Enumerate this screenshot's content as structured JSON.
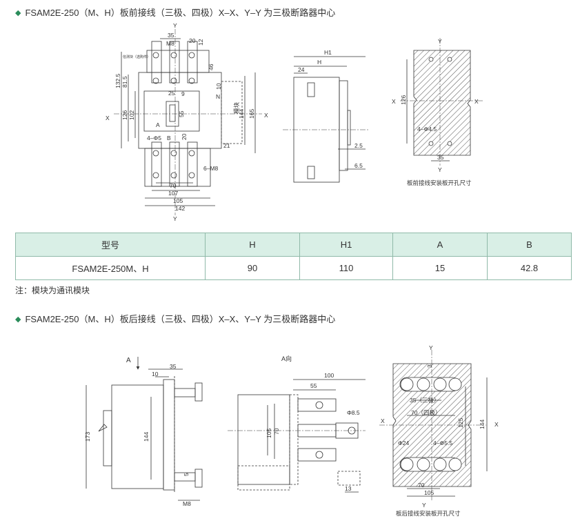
{
  "section1": {
    "heading": "FSAM2E-250（M、H）板前接线（三极、四极）X–X、Y–Y 为三极断路器中心",
    "front_view": {
      "axis_y_top": "Y",
      "axis_y_bottom": "Y",
      "axis_x_left": "X",
      "axis_x_right": "X",
      "dims": {
        "d35": "35",
        "m8": "M8",
        "d20": "20",
        "d12": "12",
        "d46": "46",
        "d132_5": "132.5",
        "d81_5": "81.5",
        "d126": "126",
        "d102": "102",
        "d25": "25",
        "d55": "55",
        "d9": "9",
        "d144": "144",
        "d165": "165",
        "d10": "10",
        "d4phi5": "4–Φ5",
        "dA": "A",
        "dB": "B",
        "d20b": "20",
        "d21": "21",
        "d6m8": "6–M8",
        "d70": "70",
        "d107": "107",
        "d105": "105",
        "d142": "142",
        "dN": "N",
        "module_label": "模块"
      },
      "callout": "信测块（选购件）"
    },
    "side_view": {
      "H1": "H1",
      "H": "H",
      "d24": "24",
      "d2_5": "2.5",
      "d6_5": "6.5"
    },
    "panel_cutout": {
      "y_top": "Y",
      "y_bottom": "Y",
      "x_left": "X",
      "x_right": "X",
      "d126": "126",
      "d4phi4_5": "4–Φ4.5",
      "d35": "35",
      "caption": "板前接线安装板开孔尺寸"
    }
  },
  "table": {
    "headers": [
      "型号",
      "H",
      "H1",
      "A",
      "B"
    ],
    "rows": [
      [
        "FSAM2E-250M、H",
        "90",
        "110",
        "15",
        "42.8"
      ]
    ]
  },
  "note": "注：模块为通讯模块",
  "section2": {
    "heading": "FSAM2E-250（M、H）板后接线（三极、四极）X–X、Y–Y 为三极断路器中心",
    "rear_side_view": {
      "arrowA": "A",
      "d35": "35",
      "d10": "10",
      "d173": "173",
      "d144": "144",
      "d5": "5",
      "m8": "M8"
    },
    "a_view": {
      "label": "A向",
      "d100": "100",
      "d55": "55",
      "phi8_5": "Φ8.5",
      "d105": "105",
      "d70": "70",
      "d13": "13"
    },
    "rear_cutout": {
      "y_top": "Y",
      "y_bottom": "Y",
      "x_left": "X",
      "x_right": "X",
      "d3": "3",
      "d35_3": "35（三极）",
      "d70_4": "70（四极）",
      "d144": "144",
      "d125": "125",
      "phi24": "Φ24",
      "d4phi5_5": "4–Φ5.5",
      "d70": "70",
      "d105": "105",
      "caption": "板后接线安装板开孔尺寸"
    }
  }
}
